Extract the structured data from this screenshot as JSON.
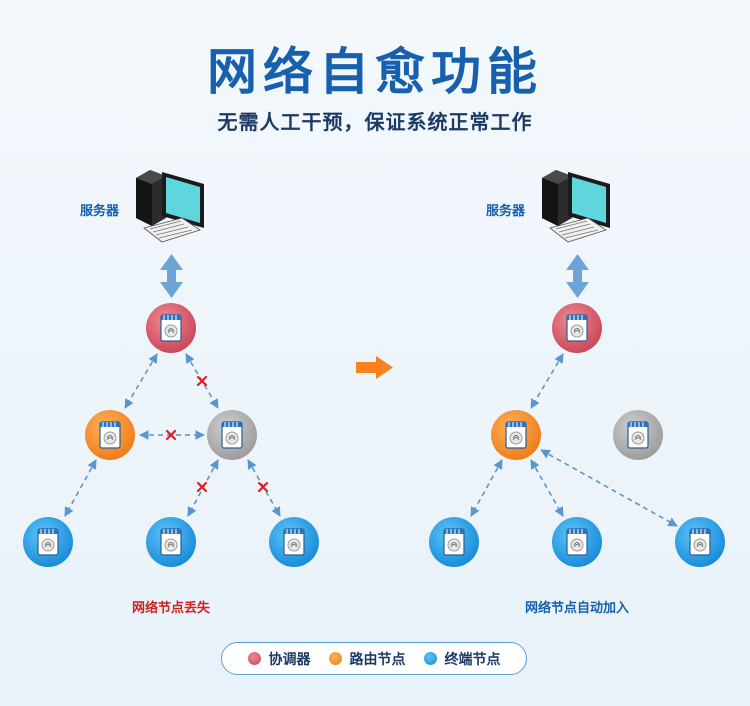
{
  "header": {
    "title": "网络自愈功能",
    "subtitle": "无需人工干预，保证系统正常工作"
  },
  "left_panel": {
    "server_label": "服务器",
    "caption": "网络节点丢失"
  },
  "right_panel": {
    "server_label": "服务器",
    "caption": "网络节点自动加入"
  },
  "legend": {
    "items": [
      {
        "label": "协调器",
        "color": "#d65a68"
      },
      {
        "label": "路由节点",
        "color": "#f28a2a"
      },
      {
        "label": "终端节点",
        "color": "#1f96e0"
      }
    ]
  },
  "colors": {
    "title": "#1760ae",
    "link": "#5a96cc",
    "broken_mark": "#e02020",
    "arrow": "#f7821e",
    "failed_node": "#a8a8a8",
    "left_caption": "#cc2222",
    "right_caption": "#1760ae"
  },
  "icons": [
    "server-computer-icon",
    "zigbee-module-icon",
    "broken-link-icon",
    "transition-arrow-icon"
  ]
}
